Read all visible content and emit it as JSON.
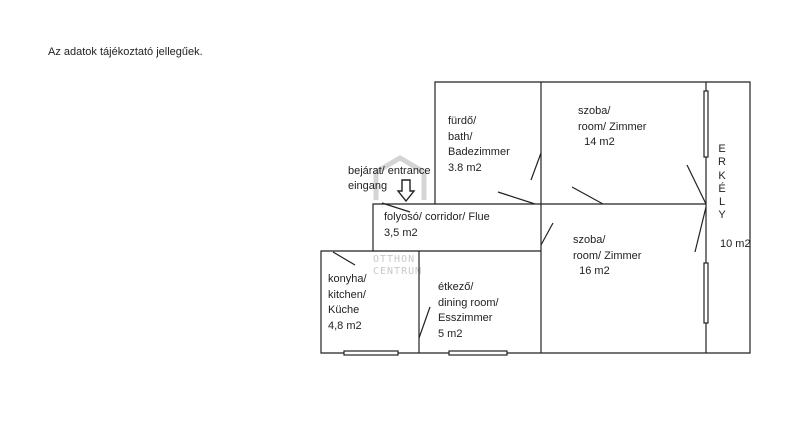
{
  "note": "Az adatok tájékoztató jellegűek.",
  "watermark": {
    "logo": "OC",
    "line1": "OTTHON",
    "line2": "CENTRUM"
  },
  "entrance": {
    "line1": "bejárat/ entrance",
    "line2": "eingang"
  },
  "rooms": [
    {
      "lines": [
        "fürdő/",
        "bath/",
        "Badezimmer",
        "3.8 m2"
      ]
    },
    {
      "lines": [
        "szoba/",
        "room/ Zimmer",
        "  14 m2"
      ]
    },
    {
      "lines": [
        "folyosó/ corridor/ Flue",
        "3,5 m2"
      ]
    },
    {
      "lines": [
        "szoba/",
        "room/ Zimmer",
        "  16 m2"
      ]
    },
    {
      "lines": [
        "konyha/",
        "kitchen/",
        "Küche",
        "4,8 m2"
      ]
    },
    {
      "lines": [
        "étkező/",
        "dining room/",
        "Esszimmer",
        "5 m2"
      ]
    }
  ],
  "balcony": {
    "letters": [
      "E",
      "R",
      "K",
      "É",
      "L",
      "Y"
    ],
    "area": "10 m2"
  }
}
